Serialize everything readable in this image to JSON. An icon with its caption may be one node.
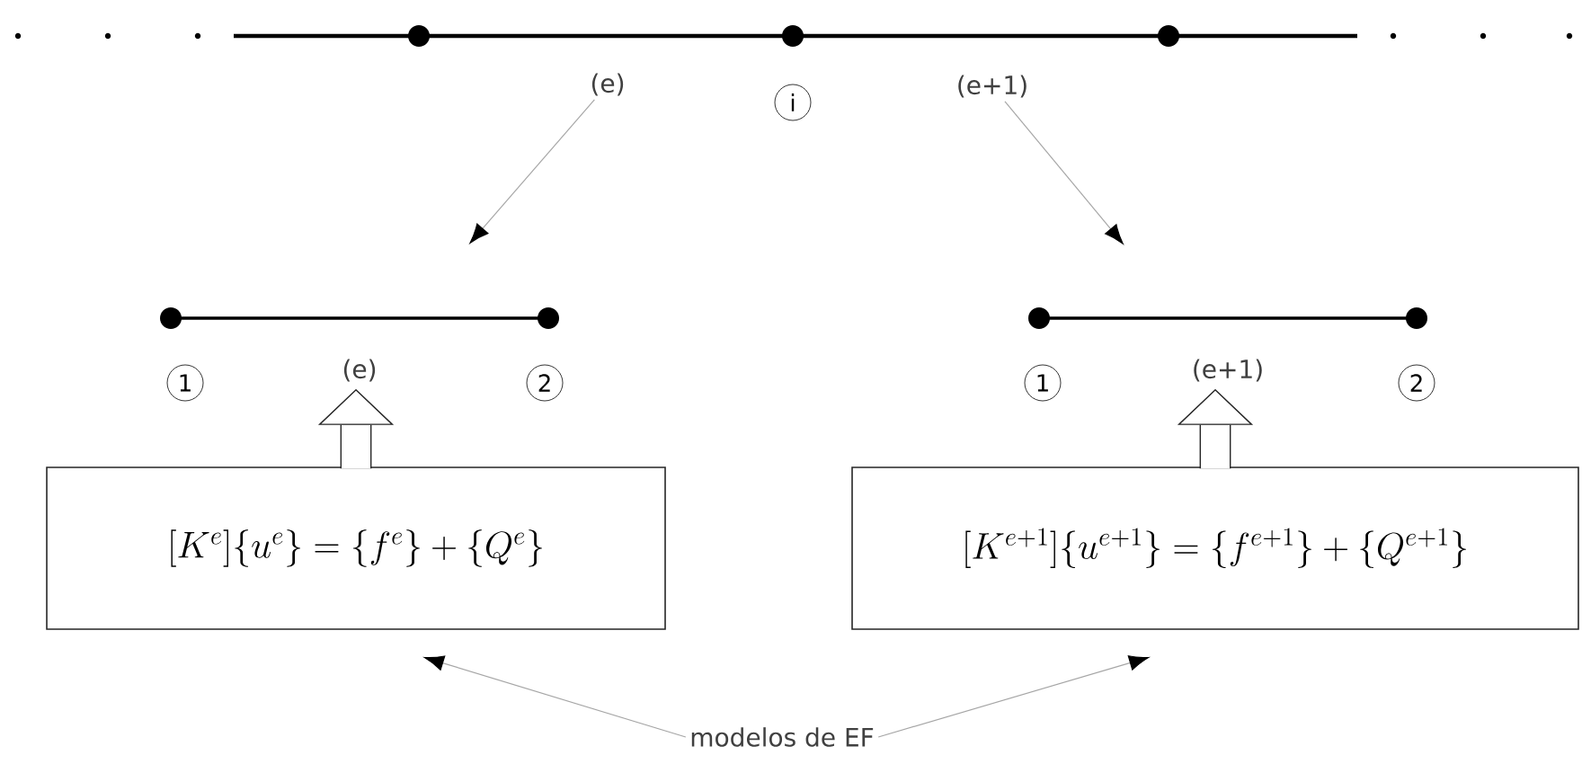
{
  "diagram": {
    "nodes": [
      {
        "text": [
          "(e)"
        ]
      },
      {
        "text": [
          "(e+1)"
        ]
      },
      {
        "text": [
          "(e)"
        ]
      },
      {
        "text": [
          "(e+1)"
        ]
      },
      {
        "text": [
          "[K^{e}]\\{u^{e}\\}=\\{f^{e}\\}+\\{Q^{e}\\}"
        ]
      },
      {
        "text": [
          "[K^{e+1}]\\{u^{e+1}\\}=\\{f^{e+1}\\}+\\{Q^{e+1}\\}"
        ]
      },
      {
        "text": [
          "modelos de EF"
        ]
      }
    ],
    "edges": [
      {
        "from": 0,
        "to": 2,
        "arrow": "to"
      },
      {
        "from": 1,
        "to": 3,
        "arrow": "to"
      },
      {
        "from": 4,
        "to": 2,
        "arrow": "to",
        "style": "thick",
        "color": "#262626"
      },
      {
        "from": 5,
        "to": 3,
        "arrow": "to",
        "style": "thick",
        "color": "#262626"
      },
      {
        "from": 6,
        "to": 4,
        "arrow": "to"
      },
      {
        "from": 6,
        "to": 5,
        "arrow": "to"
      }
    ],
    "labels": [
      "i",
      "1",
      "2",
      "1",
      "2"
    ]
  }
}
